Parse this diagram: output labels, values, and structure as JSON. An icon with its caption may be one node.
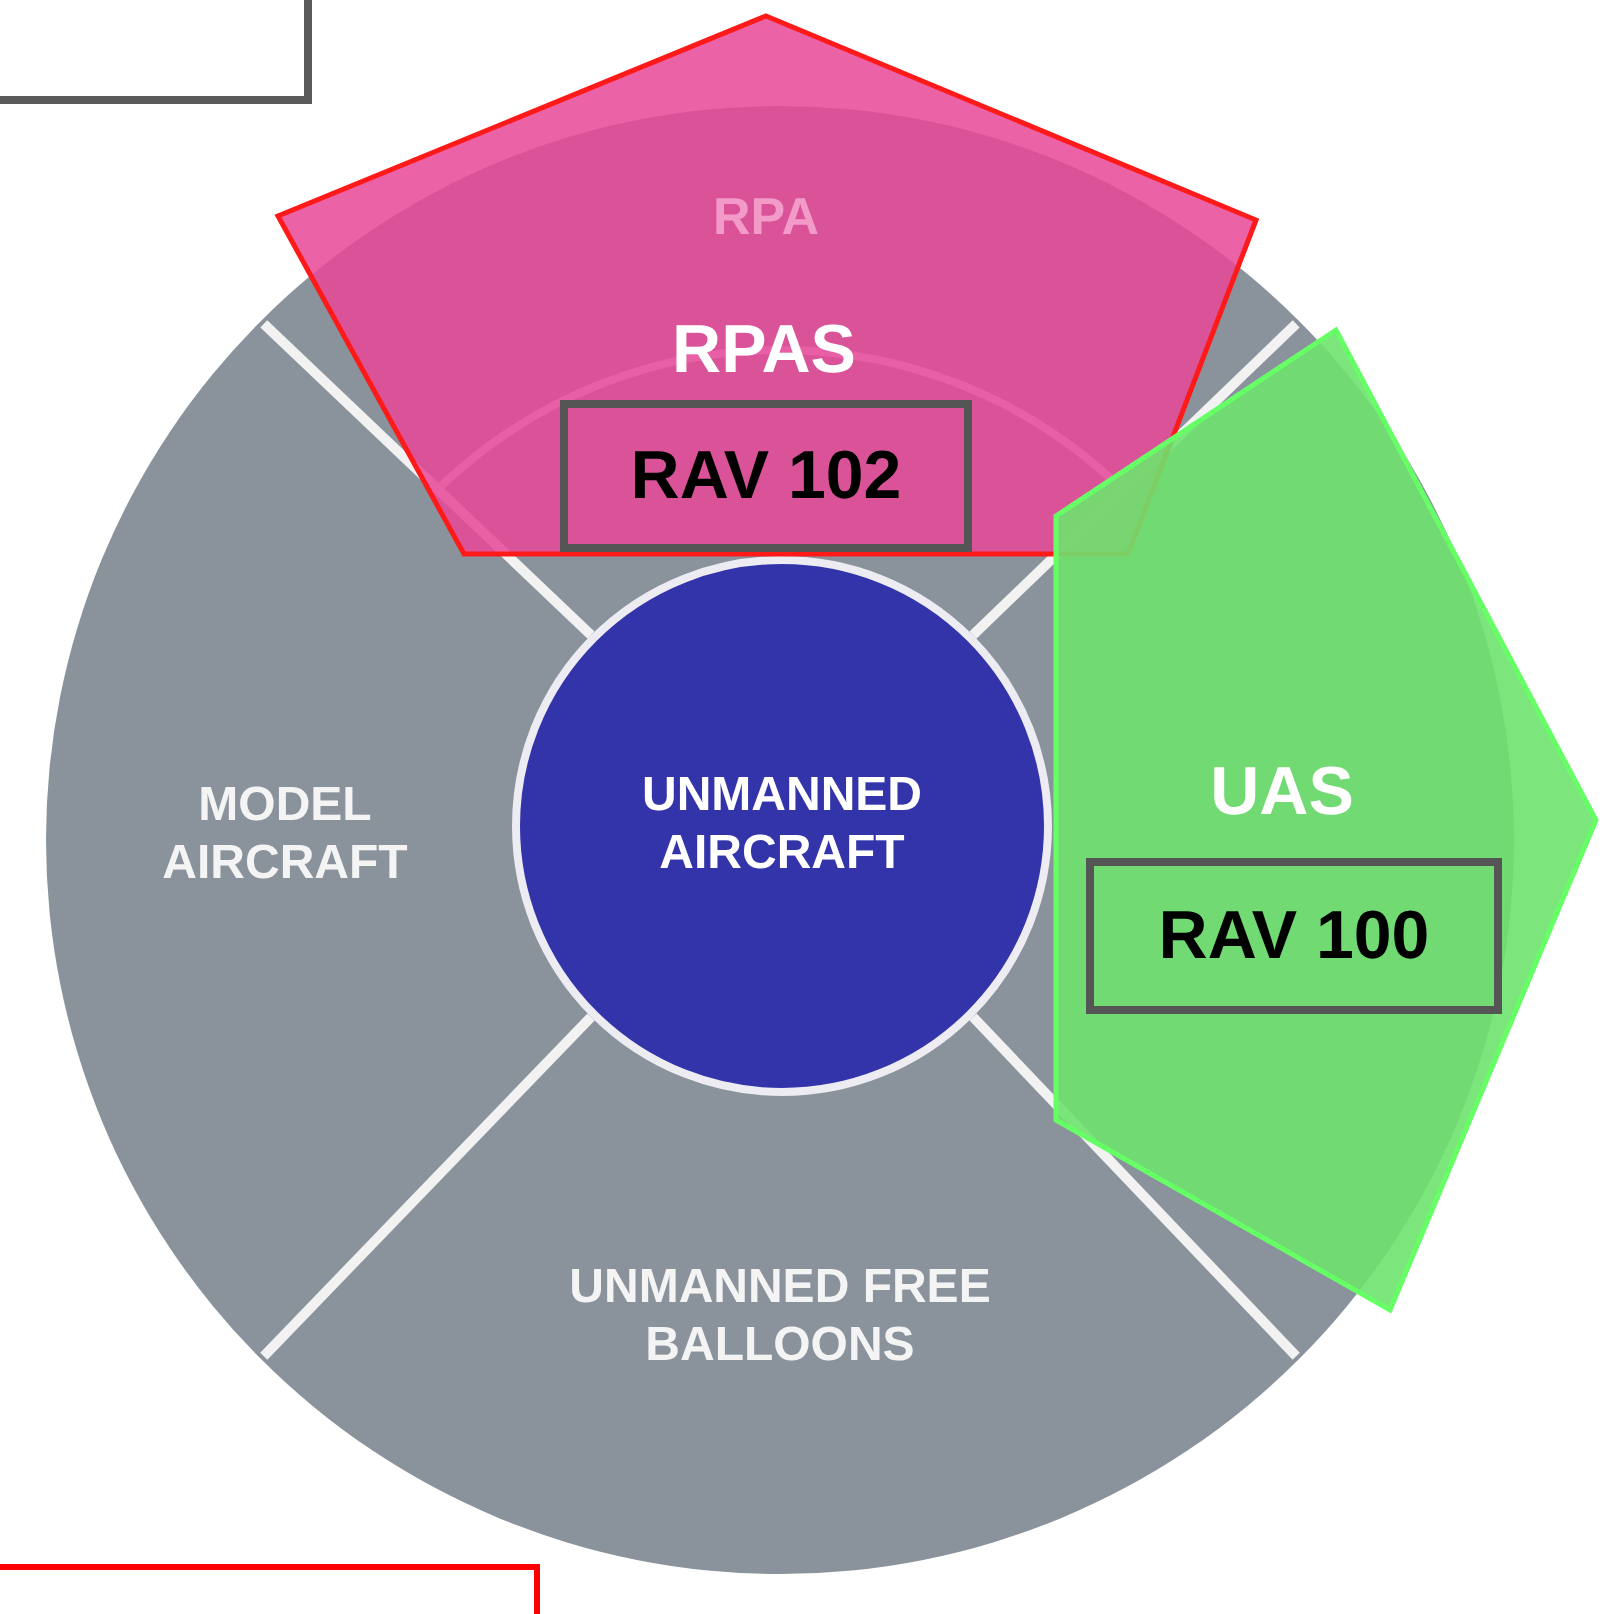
{
  "diagram": {
    "nodes": [
      {
        "text": [
          "RPAS"
        ]
      },
      {
        "text": [
          "RPA"
        ],
        "in": 0
      },
      {
        "text": [
          "RAV 102"
        ],
        "in": 0
      },
      {
        "text": [
          "MODEL AIRCRAFT"
        ]
      },
      {
        "text": [
          "UNMANNED AIRCRAFT"
        ]
      },
      {
        "text": [
          "UAS"
        ]
      },
      {
        "text": [
          "RAV 100"
        ],
        "in": 5
      },
      {
        "text": [
          "UNMANNED FREE BALLOONS"
        ]
      },
      {
        "text": [],
        "shape": "box"
      },
      {
        "text": [],
        "shape": "box"
      }
    ]
  }
}
